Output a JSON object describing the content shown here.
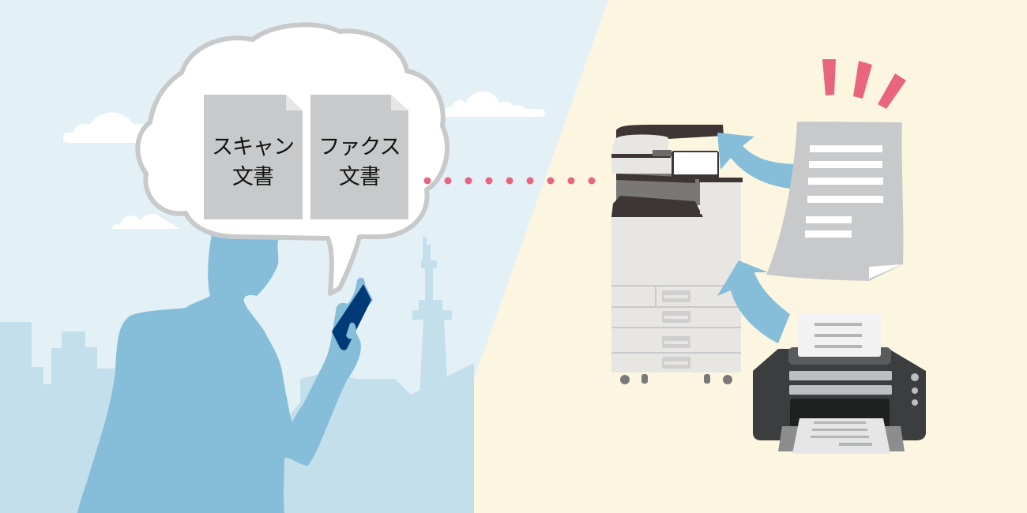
{
  "scene": {
    "title": "Cloud access to scanned and faxed documents",
    "colors": {
      "sky": "#e3f0f6",
      "city": "#c3dfec",
      "person": "#86bed9",
      "phone": "#003b78",
      "right_bg": "#fcf6e1",
      "cloud_outline": "#c8c9ca",
      "doc_gray": "#c8c9ca",
      "dots": "#e9657e",
      "arrow": "#86bed9",
      "burst": "#e9657e"
    }
  },
  "cloud": {
    "documents": [
      {
        "label": "スキャン\n文書",
        "icon": "scanned-document-icon"
      },
      {
        "label": "ファクス\n文書",
        "icon": "fax-document-icon"
      }
    ]
  },
  "connector": {
    "dot_count": 9
  },
  "devices": {
    "mfp": "multifunction-printer-icon",
    "paper": "fax-paper-icon",
    "printer": "desktop-printer-icon"
  }
}
